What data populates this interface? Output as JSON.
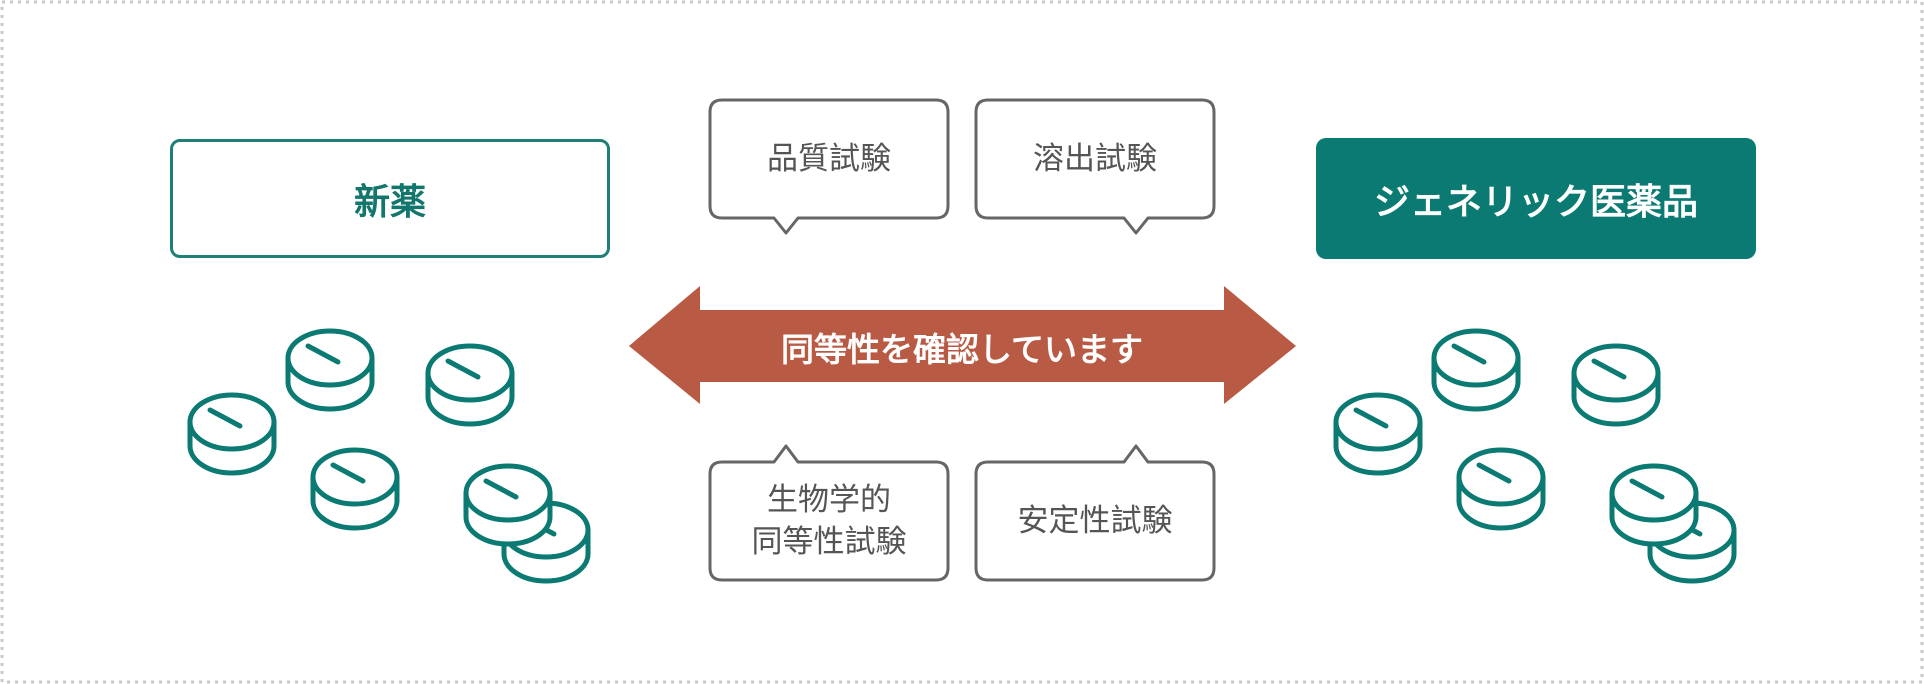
{
  "nodes": {
    "left_title": "新薬",
    "right_title": "ジェネリック医薬品"
  },
  "arrow": {
    "label": "同等性を確認しています"
  },
  "tests": {
    "quality": "品質試験",
    "dissolution": "溶出試験",
    "bioequivalence": "生物学的\n同等性試験",
    "stability": "安定性試験"
  },
  "colors": {
    "teal": "#0b7a72",
    "arrow": "#b85a44",
    "bubble_border": "#666666",
    "frame": "#c8c8c8"
  },
  "icons": {
    "left_group": "pill-tablets-icon",
    "right_group": "pill-tablets-icon"
  }
}
